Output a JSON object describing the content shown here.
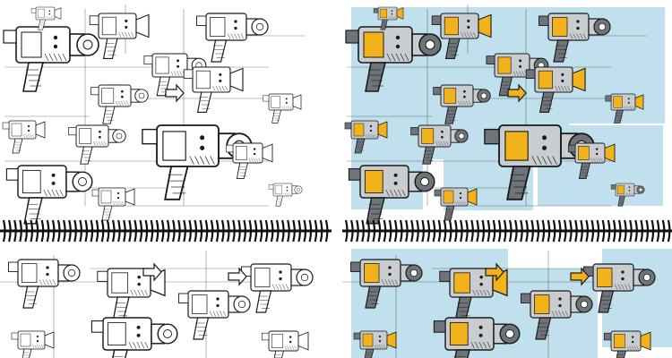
{
  "palette": {
    "paper": "#ffffff",
    "ink": "#1a1a1a",
    "panel_blue": "#bfe0ec",
    "accent_yellow": "#f2b21c",
    "body_grey": "#c9cdd0",
    "dark_grey": "#6f7478",
    "binding": "#111111"
  },
  "composition": {
    "left_half": "line-sketch",
    "right_half": "colored-sketch",
    "binding": "spiral",
    "subject": "movie-camera-sketches"
  }
}
